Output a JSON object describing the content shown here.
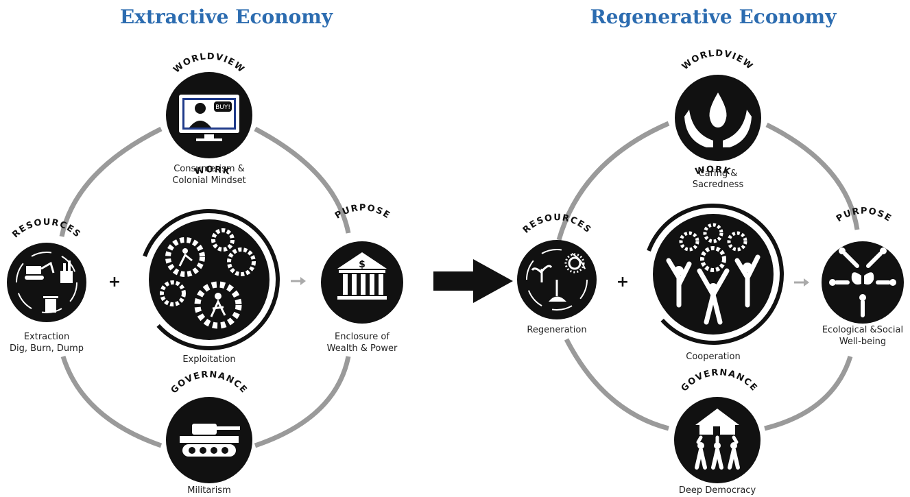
{
  "titles": {
    "left": "Extractive Economy",
    "right": "Regenerative Economy"
  },
  "extractive": {
    "worldview": {
      "label": "WORLDVIEW",
      "caption1": "Consumerism &",
      "caption2": "Colonial Mindset",
      "icon": "tv-salesman-icon",
      "bubble": "BUY!"
    },
    "work": {
      "label": "WORK",
      "caption1": "Exploitation",
      "icon": "gears-running-figures-icon"
    },
    "resources": {
      "label": "RESOURCES",
      "caption1": "Extraction",
      "caption2": "Dig, Burn, Dump",
      "icon": "excavator-factory-trash-icon"
    },
    "purpose": {
      "label": "PURPOSE",
      "caption1": "Enclosure of",
      "caption2": "Wealth & Power",
      "icon": "bank-dollar-icon"
    },
    "governance": {
      "label": "GOVERNANCE",
      "caption1": "Militarism",
      "icon": "tank-icon"
    },
    "plus": "+",
    "arrow": "→"
  },
  "regenerative": {
    "worldview": {
      "label": "WORLDVIEW",
      "caption1": "Caring &",
      "caption2": "Sacredness",
      "icon": "hands-water-drop-icon"
    },
    "work": {
      "label": "WORK",
      "caption1": "Cooperation",
      "icon": "people-gears-icon"
    },
    "resources": {
      "label": "RESOURCES",
      "caption1": "Regeneration",
      "icon": "sprout-sun-shovel-icon"
    },
    "purpose": {
      "label": "PURPOSE",
      "caption1": "Ecological &Social",
      "caption2": "Well-being",
      "icon": "people-butterfly-icon"
    },
    "governance": {
      "label": "GOVERNANCE",
      "caption1": "Deep Democracy",
      "icon": "people-lifting-house-icon"
    },
    "plus": "+",
    "arrow": "→"
  },
  "colors": {
    "title": "#2c6cb0",
    "circle": "#111111",
    "ring": "#9a9a9a",
    "arrow": "#aaaaaa"
  }
}
